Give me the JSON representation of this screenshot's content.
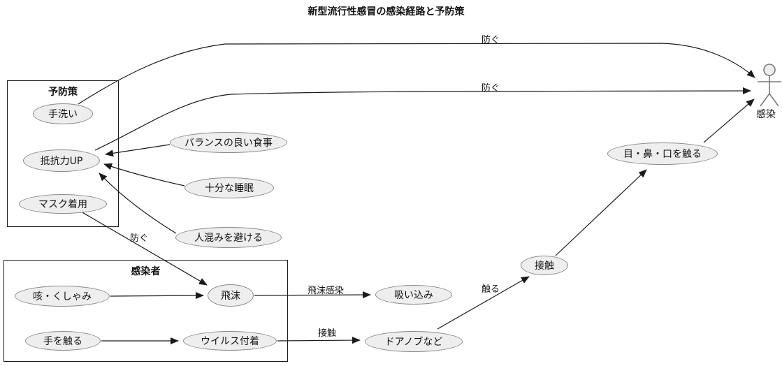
{
  "title": "新型流行性感冒の感染経路と予防策",
  "packages": [
    {
      "id": "prevention",
      "label": "予防策"
    },
    {
      "id": "infected",
      "label": "感染者"
    }
  ],
  "nodes": [
    {
      "id": "hand-wash",
      "label": "手洗い"
    },
    {
      "id": "resistance-up",
      "label": "抵抗力UP"
    },
    {
      "id": "mask",
      "label": "マスク着用"
    },
    {
      "id": "balanced-diet",
      "label": "バランスの良い食事"
    },
    {
      "id": "enough-sleep",
      "label": "十分な睡眠"
    },
    {
      "id": "avoid-crowds",
      "label": "人混みを避ける"
    },
    {
      "id": "cough-sneeze",
      "label": "咳・くしゃみ"
    },
    {
      "id": "touch-hand",
      "label": "手を触る"
    },
    {
      "id": "droplets",
      "label": "飛沫"
    },
    {
      "id": "virus-attach",
      "label": "ウイルス付着"
    },
    {
      "id": "inhale",
      "label": "吸い込み"
    },
    {
      "id": "doorknob",
      "label": "ドアノブなど"
    },
    {
      "id": "contact",
      "label": "接触"
    },
    {
      "id": "touch-eyes-nose-mouth",
      "label": "目・鼻・口を触る"
    }
  ],
  "actor": {
    "label": "感染"
  },
  "edges": [
    {
      "from": "手洗い",
      "to": "感染",
      "label": "防ぐ"
    },
    {
      "from": "抵抗力UP",
      "to": "感染",
      "label": "防ぐ"
    },
    {
      "from": "バランスの良い食事",
      "to": "抵抗力UP",
      "label": ""
    },
    {
      "from": "十分な睡眠",
      "to": "抵抗力UP",
      "label": ""
    },
    {
      "from": "人混みを避ける",
      "to": "抵抗力UP",
      "label": ""
    },
    {
      "from": "マスク着用",
      "to": "飛沫",
      "label": "防ぐ"
    },
    {
      "from": "咳・くしゃみ",
      "to": "飛沫",
      "label": ""
    },
    {
      "from": "飛沫",
      "to": "吸い込み",
      "label": "飛沫感染"
    },
    {
      "from": "手を触る",
      "to": "ウイルス付着",
      "label": ""
    },
    {
      "from": "ウイルス付着",
      "to": "ドアノブなど",
      "label": "接触"
    },
    {
      "from": "ドアノブなど",
      "to": "接触",
      "label": "触る"
    },
    {
      "from": "接触",
      "to": "目・鼻・口を触る",
      "label": ""
    },
    {
      "from": "目・鼻・口を触る",
      "to": "感染",
      "label": ""
    }
  ],
  "colors": {
    "background": "#ffffff",
    "node_fill": "#eeeeee",
    "node_border": "#8a8a8a",
    "edge_line": "#1b1b1b",
    "actor_line": "#7a7a7a",
    "text": "#111111"
  }
}
